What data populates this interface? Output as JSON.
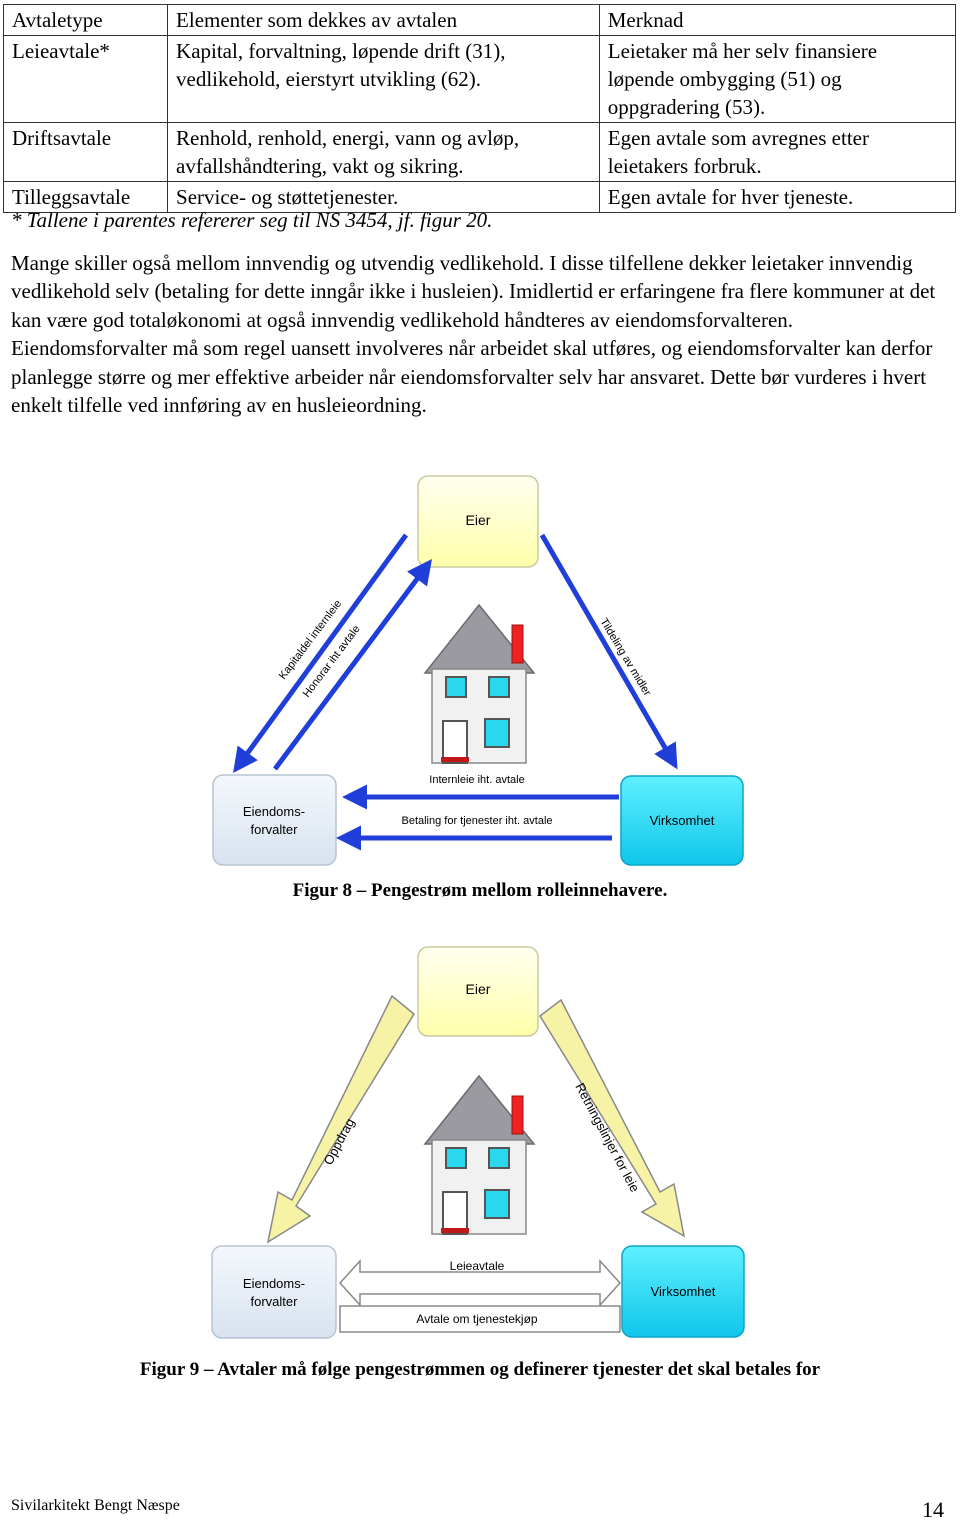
{
  "table": {
    "headers": [
      "Avtaletype",
      "Elementer som dekkes av avtalen",
      "Merknad"
    ],
    "rows": [
      {
        "type": "Leieavtale*",
        "elements": [
          "Kapital, forvaltning, løpende drift (31),",
          "vedlikehold, eierstyrt utvikling (62)."
        ],
        "note": [
          "Leietaker må her selv finansiere",
          "løpende ombygging (51) og",
          "oppgradering (53)."
        ]
      },
      {
        "type": "Driftsavtale",
        "elements": [
          "Renhold, renhold, energi, vann og avløp,",
          "avfallshåndtering, vakt og sikring."
        ],
        "note": [
          "Egen avtale som avregnes etter",
          "leietakers forbruk."
        ]
      },
      {
        "type": "Tilleggsavtale",
        "elements": [
          "Service- og støttetjenester."
        ],
        "note": [
          "Egen avtale for hver tjeneste."
        ]
      }
    ],
    "footnote": "* Tallene i parentes refererer seg til NS 3454, jf. figur 20."
  },
  "paragraph": "Mange skiller også mellom innvendig og utvendig vedlikehold. I disse tilfellene dekker leietaker innvendig vedlikehold selv (betaling for dette inngår ikke i husleien). Imidlertid er erfaringene fra flere kommuner at det kan være god totaløkonomi at også innvendig vedlikehold håndteres av eiendomsforvalteren. Eiendomsforvalter må som regel uansett involveres når arbeidet skal utføres, og eiendomsforvalter kan derfor planlegge større og mer effektive arbeider når eiendomsforvalter selv har ansvaret. Dette bør vurderes i hvert enkelt tilfelle ved innføring av en husleieordning.",
  "figure8": {
    "box_owner": "Eier",
    "box_manager_line1": "Eiendoms-",
    "box_manager_line2": "forvalter",
    "box_business": "Virksomhet",
    "label_capital": "Kapitaldel internleie",
    "label_fee": "Honorar iht avtale",
    "label_allocation": "Tildeling av midler",
    "label_internal_rent": "Internleie iht. avtale",
    "label_payment": "Betaling for tjenester iht. avtale",
    "caption": "Figur 8 – Pengestrøm mellom rolleinnehavere."
  },
  "figure9": {
    "box_owner": "Eier",
    "box_manager_line1": "Eiendoms-",
    "box_manager_line2": "forvalter",
    "box_business": "Virksomhet",
    "label_assignment": "Oppdrag",
    "label_guidelines": "Retningslinjer for leie",
    "label_lease": "Leieavtale",
    "label_service": "Avtale om tjenestekjøp",
    "caption": "Figur 9 – Avtaler må følge pengestrømmen og definerer tjenester det skal betales for"
  },
  "colors": {
    "owner_fill": "#ffffbb",
    "manager_fill": "#e0e8f2",
    "business_fill": "#1cd2f0",
    "arrow_blue": "#1f3fd8",
    "arrow_yellow": "#f7f3a6",
    "house_wall": "#f1f1f1",
    "roof": "#9a9aa0",
    "chimney": "#ee2222",
    "window": "#29d8ee"
  },
  "footer": {
    "author": "Sivilarkitekt Bengt Næspe",
    "page": "14"
  }
}
